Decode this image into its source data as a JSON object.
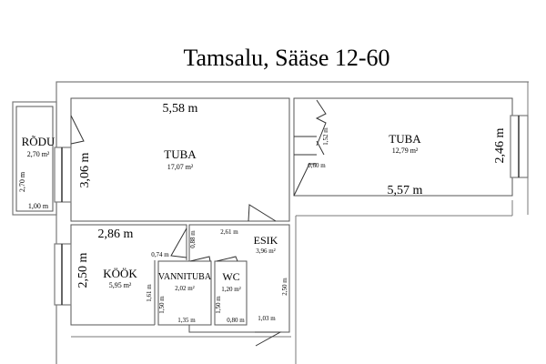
{
  "title": "Tamsalu, Sääse 12-60",
  "rooms": {
    "rodu": {
      "name": "RÕDU",
      "area": "2,70 m²",
      "dim_h": "2,70 m",
      "dim_w": "1,00 m"
    },
    "tuba1": {
      "name": "TUBA",
      "area": "17,07 m²",
      "dim_w": "5,58 m",
      "dim_h": "3,06 m"
    },
    "tuba2": {
      "name": "TUBA",
      "area": "12,79 m²",
      "dim_w": "5,57 m",
      "dim_h": "2,46 m",
      "closet_h": "1,52 m",
      "closet_w": "0,60 m"
    },
    "kook": {
      "name": "KÖÖK",
      "area": "5,95 m²",
      "dim_w": "2,86 m",
      "dim_h": "2,50 m",
      "dim_inner": "1,61 m",
      "door_w": "0,74 m",
      "door_h": "0,88 m"
    },
    "vannituba": {
      "name": "VANNITUBA",
      "area": "2,02 m²",
      "dim_h": "1,50 m",
      "dim_w": "1,35 m"
    },
    "wc": {
      "name": "WC",
      "area": "1,20 m²",
      "dim_h": "1,50 m",
      "dim_w": "0,80 m"
    },
    "esik": {
      "name": "ESIK",
      "area": "3,96 m²",
      "dim_top": "2,61 m",
      "dim_h": "2,50 m",
      "dim_w": "1,03 m"
    }
  }
}
